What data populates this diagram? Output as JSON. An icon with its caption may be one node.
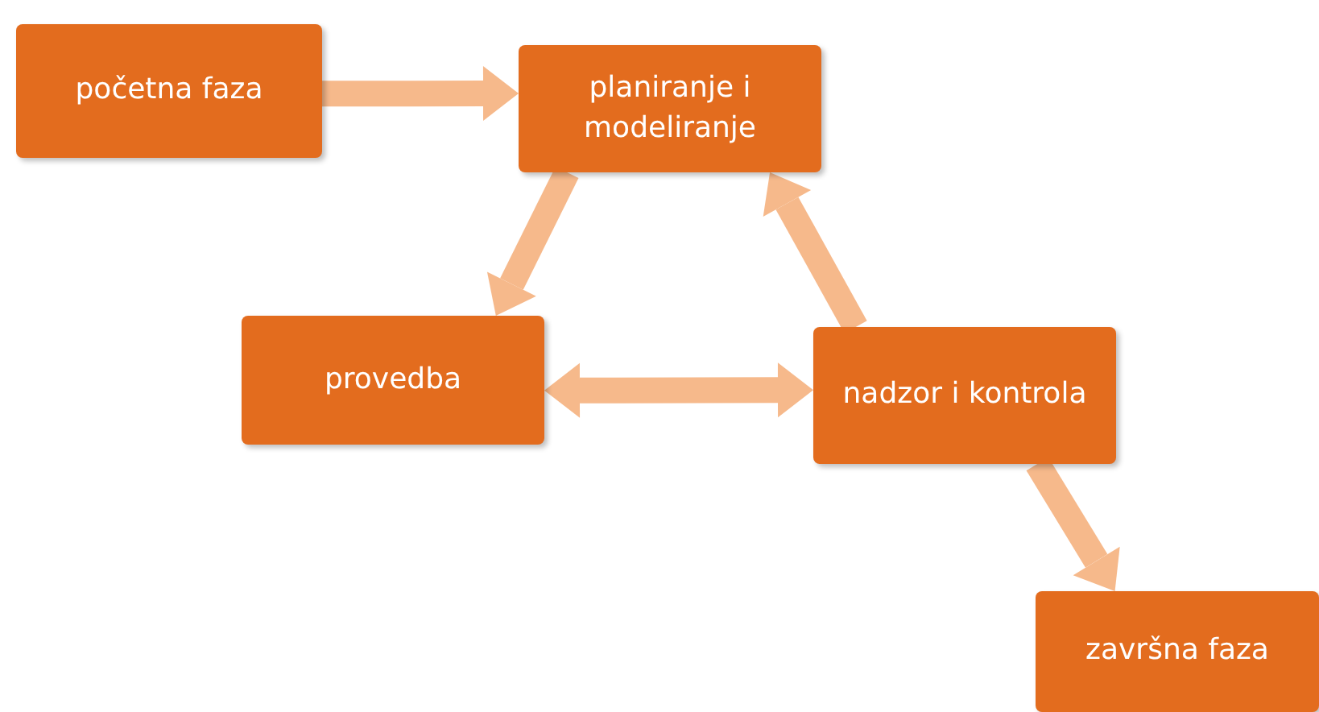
{
  "diagram": {
    "nodes": [
      {
        "text": [
          "početna faza"
        ]
      },
      {
        "text": [
          "planiranje i modeliranje"
        ]
      },
      {
        "text": [
          "provedba"
        ]
      },
      {
        "text": [
          "nadzor i kontrola"
        ]
      },
      {
        "text": [
          "završna faza"
        ]
      }
    ],
    "edges": [
      {
        "from": 0,
        "to": 1,
        "arrow": "to"
      },
      {
        "from": 1,
        "to": 2,
        "arrow": "to"
      },
      {
        "from": 3,
        "to": 1,
        "arrow": "to"
      },
      {
        "from": 2,
        "to": 3,
        "arrow": "both"
      },
      {
        "from": 3,
        "to": 4,
        "arrow": "to"
      }
    ]
  }
}
